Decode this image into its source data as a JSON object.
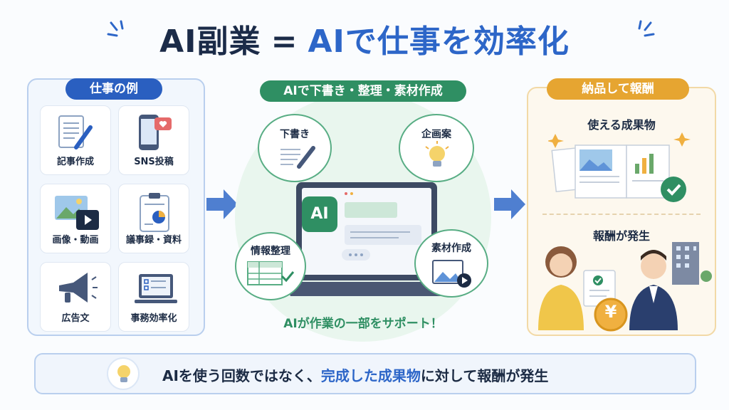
{
  "title": {
    "part1": "AI副業",
    "equals": "=",
    "part2": "AIで仕事を効率化"
  },
  "left_panel": {
    "header": "仕事の例",
    "items": [
      {
        "label": "記事作成",
        "icon": "article-pen-icon"
      },
      {
        "label": "SNS投稿",
        "icon": "smartphone-like-icon"
      },
      {
        "label": "画像・動画",
        "icon": "image-video-icon"
      },
      {
        "label": "議事録・資料",
        "icon": "clipboard-chart-icon"
      },
      {
        "label": "広告文",
        "icon": "megaphone-icon"
      },
      {
        "label": "事務効率化",
        "icon": "laptop-checklist-icon"
      }
    ]
  },
  "middle_panel": {
    "header": "AIで下書き・整理・素材作成",
    "bubbles": [
      {
        "label": "下書き",
        "icon": "draft-pen-icon"
      },
      {
        "label": "企画案",
        "icon": "lightbulb-icon"
      },
      {
        "label": "情報整理",
        "icon": "table-check-icon"
      },
      {
        "label": "素材作成",
        "icon": "media-play-icon"
      }
    ],
    "ai_badge": "AI",
    "footer": "AIが作業の一部をサポート！"
  },
  "right_panel": {
    "header": "納品して報酬",
    "deliverable_label": "使える成果物",
    "reward_label": "報酬が発生",
    "yen_symbol": "¥"
  },
  "banner": {
    "text_before": "AIを使う回数ではなく、",
    "highlight": "完成した成果物",
    "text_after": "に対して報酬が発生",
    "icon": "lightbulb-icon"
  },
  "colors": {
    "navy": "#1b2b48",
    "blue": "#2d66c8",
    "green": "#2f8f63",
    "orange": "#e6a531"
  }
}
